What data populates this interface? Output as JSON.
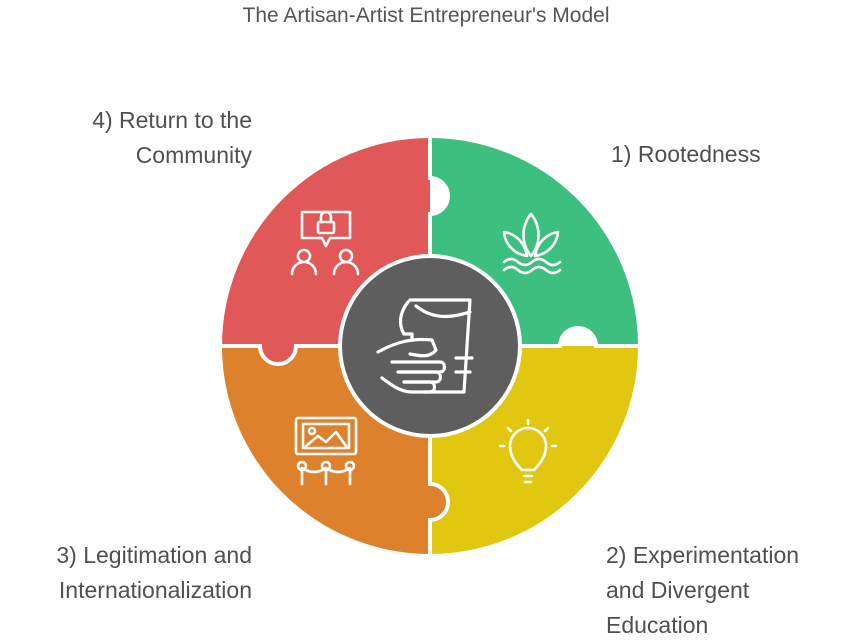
{
  "title": "The Artisan-Artist Entrepreneur's Model",
  "colors": {
    "rootedness": "#3dc07f",
    "experimentation": "#e2c711",
    "legitimation": "#dd812d",
    "return": "#e15858",
    "center": "#5e5e5e",
    "text": "#505050"
  },
  "pieces": [
    {
      "number": "1)",
      "lines": [
        "1) Rootedness"
      ],
      "icon": "lotus-icon"
    },
    {
      "number": "2)",
      "lines": [
        "2) Experimentation",
        "and Divergent",
        "Education"
      ],
      "icon": "lightbulb-icon"
    },
    {
      "number": "3)",
      "lines": [
        "3) Legitimation and",
        "Internationalization"
      ],
      "icon": "gallery-painting-icon"
    },
    {
      "number": "4)",
      "lines": [
        "4) Return to the",
        "Community"
      ],
      "icon": "community-lock-icon"
    }
  ],
  "center_icon": "hand-holding-cup-icon"
}
